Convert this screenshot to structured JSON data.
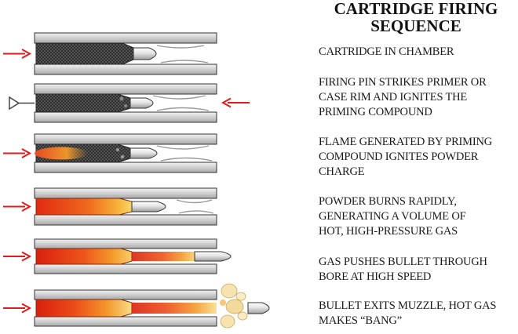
{
  "title": {
    "line1": "CARTRIDGE FIRING",
    "line2": "SEQUENCE"
  },
  "colors": {
    "barrel": "#d4d4d4",
    "barrel_edge": "#333333",
    "powder": "#2a2a2a",
    "flame": "#e8421c",
    "arrow": "#e11b1b"
  },
  "steps": [
    {
      "lines": [
        "CARTRIDGE IN CHAMBER"
      ]
    },
    {
      "lines": [
        "FIRING PIN STRIKES PRIMER OR",
        "CASE RIM AND IGNITES THE",
        "PRIMING COMPOUND"
      ]
    },
    {
      "lines": [
        "FLAME GENERATED BY PRIMING",
        "COMPOUND IGNITES POWDER",
        "CHARGE"
      ]
    },
    {
      "lines": [
        "POWDER BURNS RAPIDLY,",
        "GENERATING A VOLUME OF",
        "HOT, HIGH-PRESSURE GAS"
      ]
    },
    {
      "lines": [
        "GAS PUSHES BULLET THROUGH",
        "BORE AT HIGH SPEED"
      ]
    },
    {
      "lines": [
        "BULLET EXITS MUZZLE, HOT GAS",
        "MAKES “BANG”"
      ]
    }
  ]
}
